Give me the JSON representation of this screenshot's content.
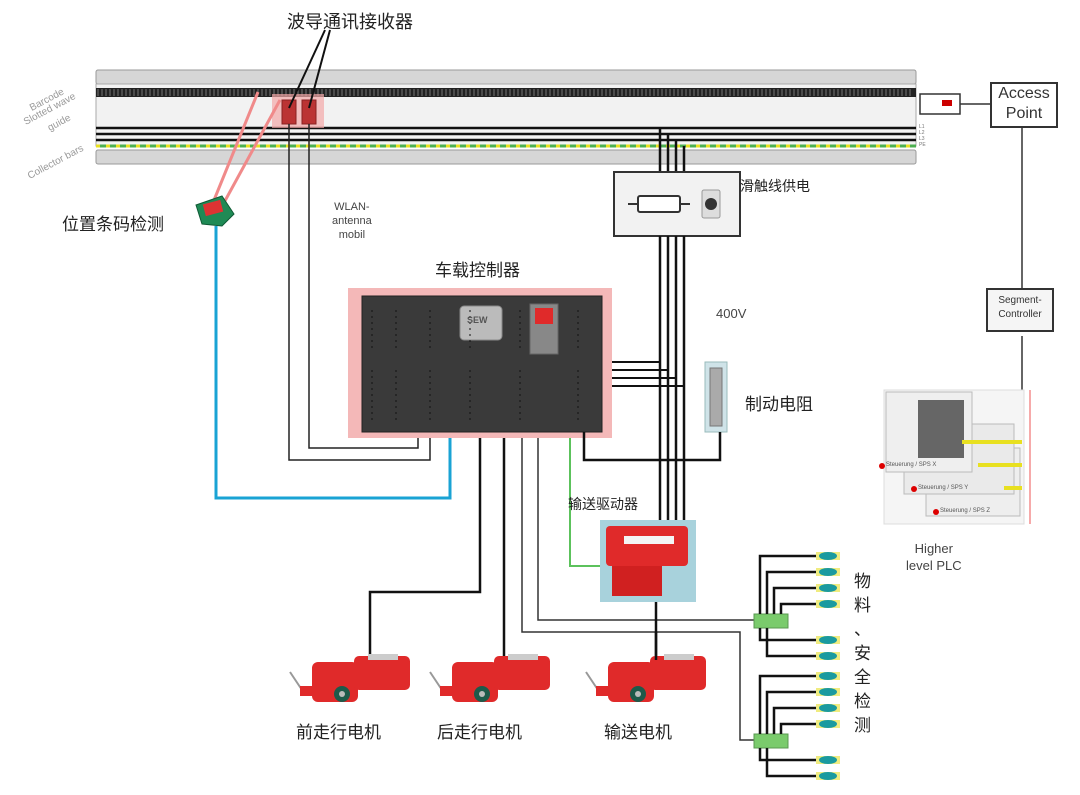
{
  "title": "Conveyor vehicle control system wiring diagram",
  "labels": {
    "waveguide_receiver": "波导通讯接收器",
    "barcode_detect": "位置条码检测",
    "rail_barcode": "Barcode",
    "rail_slotted_wave": "Slotted wave",
    "rail_guide": "guide",
    "rail_collector": "Collector bars",
    "wlan_antenna": [
      "WLAN-",
      "antenna",
      "mobil"
    ],
    "onboard_controller": "车载控制器",
    "busbar_supply": "滑触线供电",
    "voltage": "400V",
    "brake_resistor": "制动电阻",
    "conveyor_drive": "输送驱动器",
    "front_motor": "前走行电机",
    "rear_motor": "后走行电机",
    "conveyor_motor": "输送电机",
    "material_safety_detect": [
      "物",
      "料",
      "、",
      "安",
      "全",
      "检",
      "测"
    ],
    "access_point": [
      "Access",
      "Point"
    ],
    "segment_controller": [
      "Segment-",
      "Controller"
    ],
    "higher_plc": [
      "Higher",
      "level PLC"
    ],
    "plc_units": [
      "Steuerung / SPS X",
      "Steuerung / SPS Y",
      "Steuerung / SPS Z"
    ],
    "phase_labels": [
      "L1",
      "L2",
      "L3",
      "PE"
    ],
    "controller_brand": "SEW"
  },
  "colors": {
    "rail": "#d9d9d9",
    "controller_body": "#3a3a3a",
    "controller_halo": "#f4b8b8",
    "motor_red": "#e02a2a",
    "barcode_cable": "#1aa3d4",
    "green_cable": "#5cc25c",
    "pe_green": "#4caf50",
    "pe_yellow": "#e8e020",
    "sensor_teal": "#1a9aa0"
  }
}
